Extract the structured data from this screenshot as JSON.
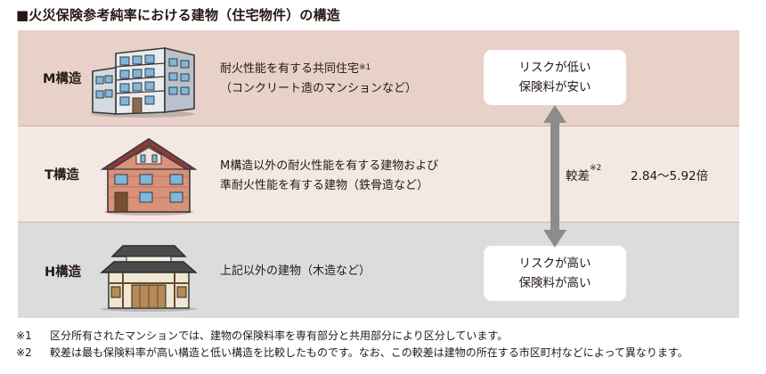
{
  "title": "■火災保険参考純率における建物（住宅物件）の構造",
  "structures": [
    {
      "label": "M構造",
      "desc_line1": "耐火性能を有する共同住宅",
      "desc_sup": "※1",
      "desc_line2": "（コンクリート造のマンションなど）",
      "icon": "apartment-building-icon"
    },
    {
      "label": "T構造",
      "desc_line1": "M構造以外の耐火性能を有する建物および",
      "desc_line2": "準耐火性能を有する建物（鉄骨造など）",
      "icon": "brick-house-icon"
    },
    {
      "label": "H構造",
      "desc_line1": "上記以外の建物（木造など）",
      "icon": "wooden-house-icon"
    }
  ],
  "risk_low": {
    "line1": "リスクが低い",
    "line2": "保険料が安い"
  },
  "risk_high": {
    "line1": "リスクが高い",
    "line2": "保険料が高い"
  },
  "difference": {
    "label": "較差",
    "sup": "※2",
    "value": "2.84〜5.92倍"
  },
  "notes": [
    {
      "mark": "※1",
      "text": "区分所有されたマンションでは、建物の保険料率を専有部分と共用部分により区分しています。"
    },
    {
      "mark": "※2",
      "text": "較差は最も保険料率が高い構造と低い構造を比較したものです。なお、この較差は建物の所在する市区町村などによって異なります。"
    }
  ],
  "colors": {
    "m_row": "#e8d1c9",
    "t_row": "#f4e8e3",
    "h_row": "#dcdcdd",
    "arrow": "#8c8c8c"
  }
}
